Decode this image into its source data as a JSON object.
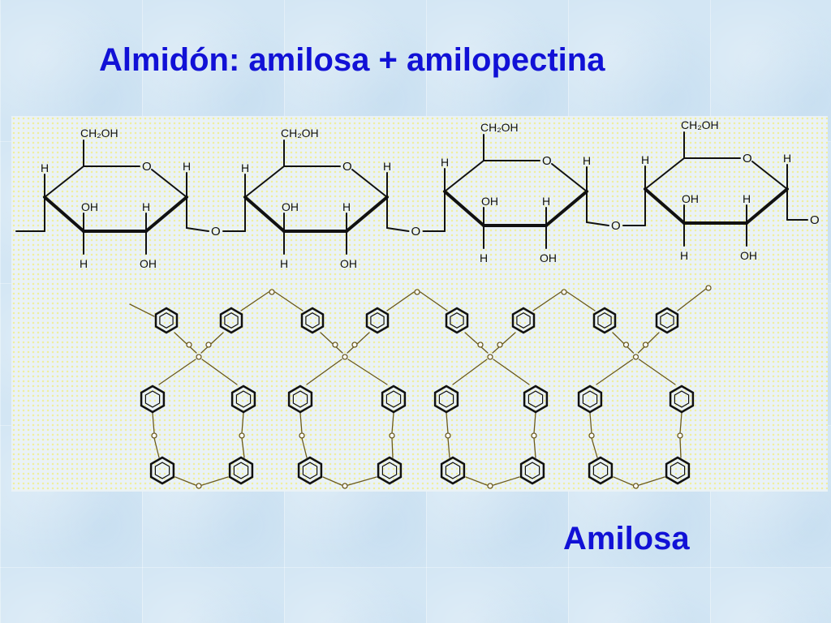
{
  "slide": {
    "title": "Almidón: amilosa + amilopectina",
    "caption": "Amilosa"
  },
  "structure": {
    "ring_atom_label": "O",
    "glycosidic_atom_label": "O",
    "substituents": {
      "ch2oh": "CH₂OH",
      "h": "H",
      "oh": "OH"
    }
  },
  "colors": {
    "title": "#1111d6",
    "bond": "#111111",
    "helix": "#6b5a1e",
    "panel_dots": "#f0ee9c",
    "background": "#d3e6f4"
  }
}
